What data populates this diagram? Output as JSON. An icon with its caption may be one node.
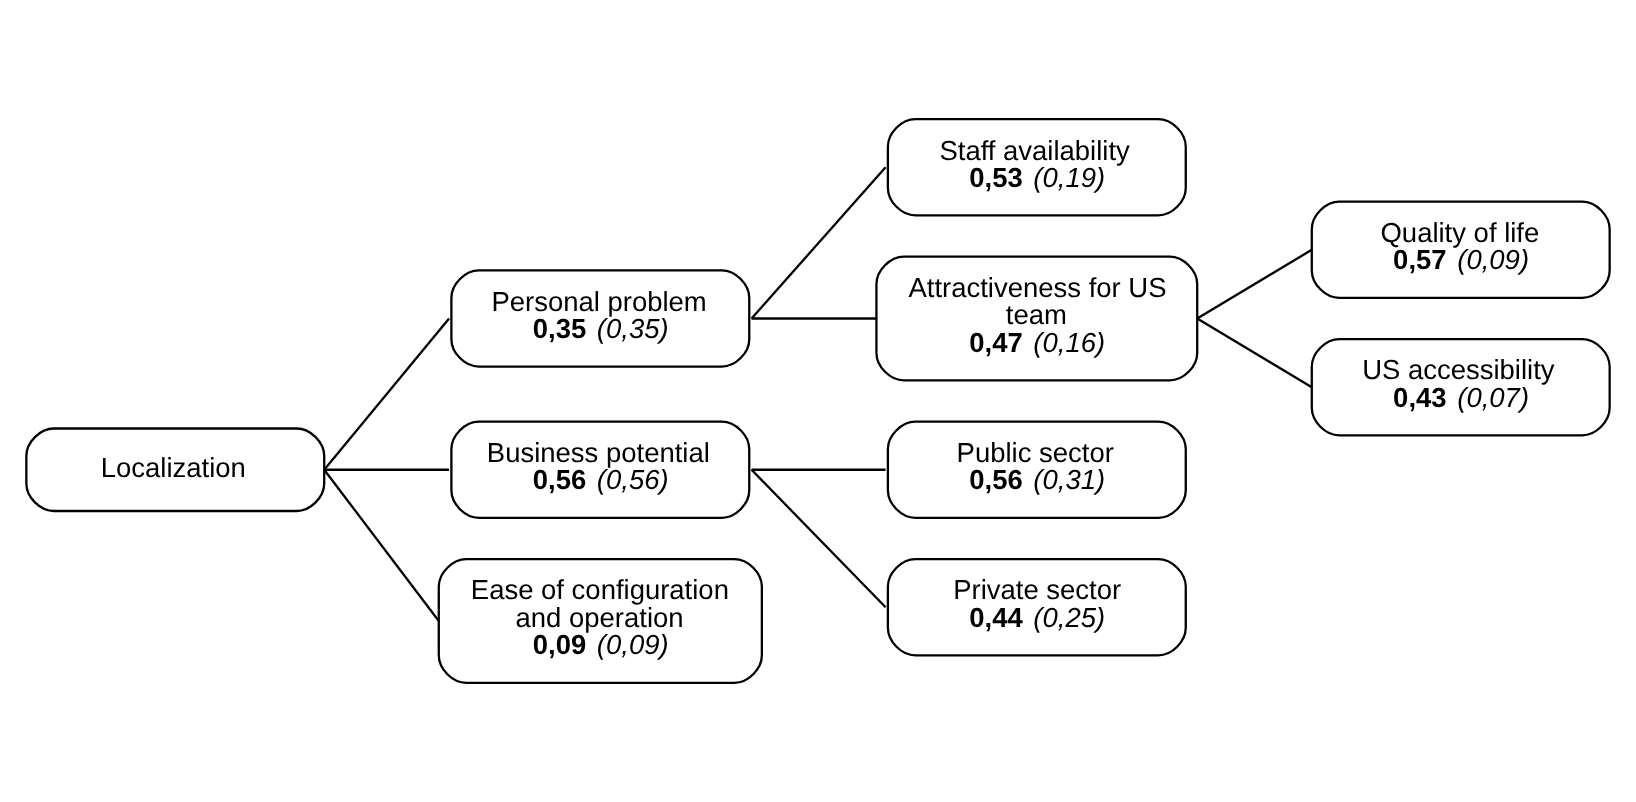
{
  "diagram": {
    "nodes": [
      {
        "text": [
          "Localization"
        ]
      },
      {
        "text": [
          "Personal problem",
          "**0,35** *(0,35)*"
        ]
      },
      {
        "text": [
          "Business potential",
          "**0,56** *(0,56)*"
        ]
      },
      {
        "text": [
          "Ease of configuration and operation",
          "**0,09** *(0,09)*"
        ]
      },
      {
        "text": [
          "Staff availability",
          "**0,53** *(0,19)*"
        ]
      },
      {
        "text": [
          "Attractiveness for US team",
          "**0,47** *(0,16)*"
        ]
      },
      {
        "text": [
          "Public sector",
          "**0,56** *(0,31)*"
        ]
      },
      {
        "text": [
          "Private sector",
          "**0,44** *(0,25)*"
        ]
      },
      {
        "text": [
          "Quality of life",
          "**0,57** *(0,09)*"
        ]
      },
      {
        "text": [
          "US accessibility",
          "**0,43** *(0,07)*"
        ]
      }
    ],
    "edges": [
      {
        "from": 0,
        "to": 1,
        "arrow": "none"
      },
      {
        "from": 0,
        "to": 2,
        "arrow": "none"
      },
      {
        "from": 0,
        "to": 3,
        "arrow": "none"
      },
      {
        "from": 1,
        "to": 4,
        "arrow": "none"
      },
      {
        "from": 1,
        "to": 5,
        "arrow": "none"
      },
      {
        "from": 5,
        "to": 8,
        "arrow": "none"
      },
      {
        "from": 5,
        "to": 9,
        "arrow": "none"
      },
      {
        "from": 2,
        "to": 6,
        "arrow": "none"
      },
      {
        "from": 2,
        "to": 7,
        "arrow": "none"
      }
    ]
  }
}
